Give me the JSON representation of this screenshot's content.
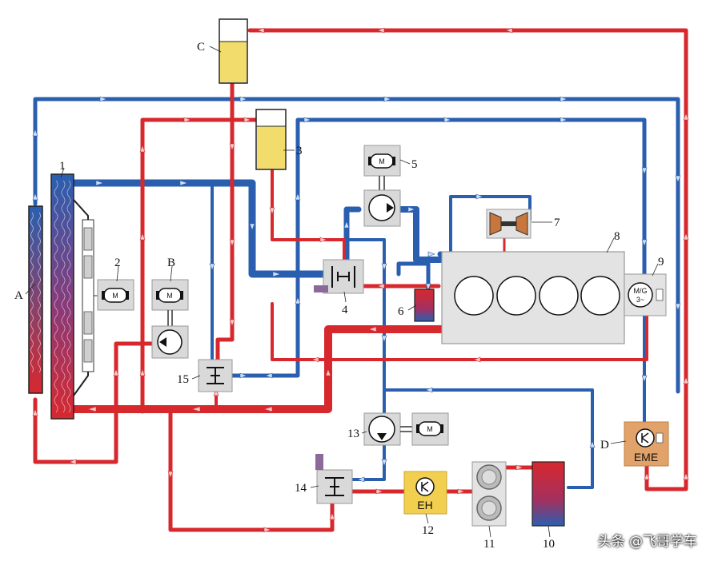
{
  "labels": {
    "A": "A",
    "B": "B",
    "C": "C",
    "D": "D",
    "n1": "1",
    "n2": "2",
    "n3": "3",
    "n4": "4",
    "n5": "5",
    "n6": "6",
    "n7": "7",
    "n8": "8",
    "n9": "9",
    "n10": "10",
    "n11": "11",
    "n12": "12",
    "n13": "13",
    "n14": "14",
    "n15": "15"
  },
  "component_text": {
    "motor": "M",
    "mg_line1": "M/G",
    "mg_line2": "3~",
    "eh": "EH",
    "eme": "EME"
  },
  "watermark": "头条 @飞哥学车",
  "colors": {
    "hot": "#d7282e",
    "cold": "#2a5fb0",
    "tank_fill": "#f2dc6b",
    "component_gray": "#d9d9d9",
    "eh_box": "#f2cf4e",
    "eme_box": "#e2a36b"
  }
}
